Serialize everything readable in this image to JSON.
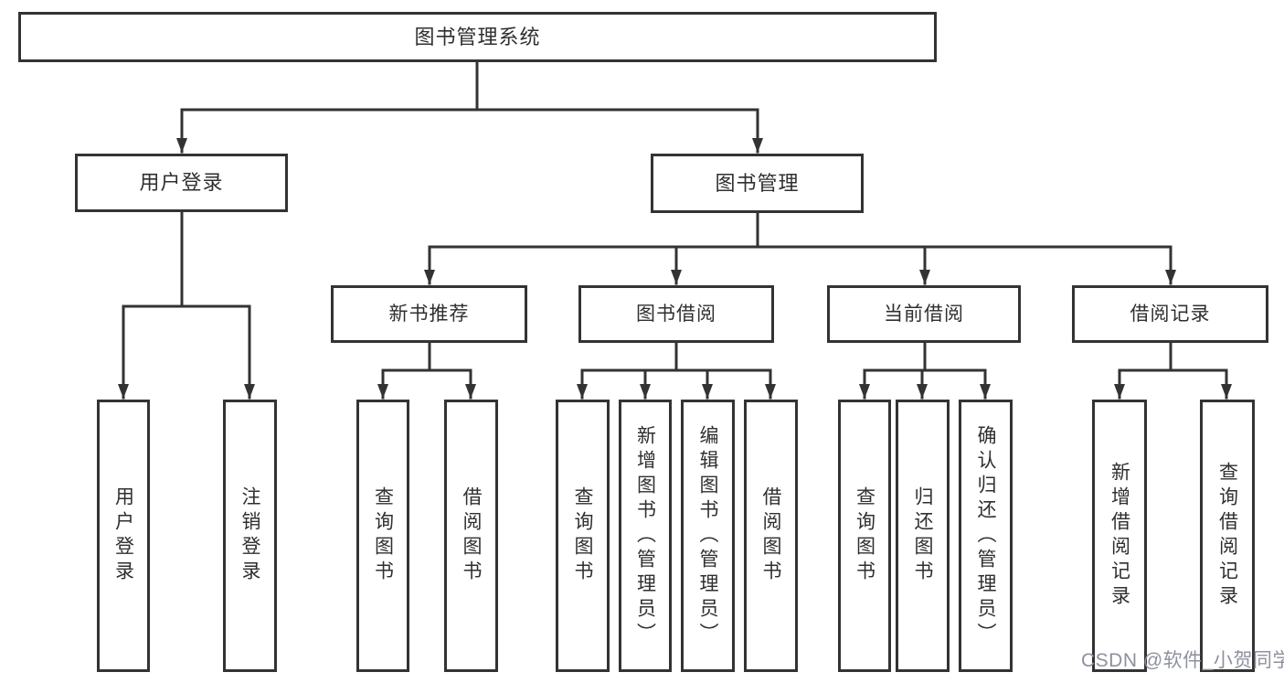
{
  "diagram": {
    "root": {
      "label": "图书管理系统"
    },
    "level1": [
      {
        "id": "user-login",
        "label": "用户登录"
      },
      {
        "id": "book-management",
        "label": "图书管理"
      }
    ],
    "level2": [
      {
        "id": "new-book-recommend",
        "label": "新书推荐"
      },
      {
        "id": "book-borrowing",
        "label": "图书借阅"
      },
      {
        "id": "current-borrowing",
        "label": "当前借阅"
      },
      {
        "id": "borrow-records",
        "label": "借阅记录"
      }
    ],
    "leaves": [
      {
        "id": "user-login-action",
        "label": "用户登录",
        "parent": "user-login"
      },
      {
        "id": "logout-action",
        "label": "注销登录",
        "parent": "user-login"
      },
      {
        "id": "query-books-recommend",
        "label": "查询图书",
        "parent": "new-book-recommend"
      },
      {
        "id": "borrow-books-recommend",
        "label": "借阅图书",
        "parent": "new-book-recommend"
      },
      {
        "id": "query-books-borrowing",
        "label": "查询图书",
        "parent": "book-borrowing"
      },
      {
        "id": "add-books-admin",
        "label": "新增图书（管理员）",
        "parent": "book-borrowing"
      },
      {
        "id": "edit-books-admin",
        "label": "编辑图书（管理员）",
        "parent": "book-borrowing"
      },
      {
        "id": "borrow-books-borrowing",
        "label": "借阅图书",
        "parent": "book-borrowing"
      },
      {
        "id": "query-books-current",
        "label": "查询图书",
        "parent": "current-borrowing"
      },
      {
        "id": "return-books",
        "label": "归还图书",
        "parent": "current-borrowing"
      },
      {
        "id": "confirm-return-admin",
        "label": "确认归还（管理员）",
        "parent": "current-borrowing"
      },
      {
        "id": "add-borrow-record",
        "label": "新增借阅记录",
        "parent": "borrow-records"
      },
      {
        "id": "query-borrow-record",
        "label": "查询借阅记录",
        "parent": "borrow-records"
      }
    ],
    "watermark": "CSDN @软件_小贺同学",
    "colors": {
      "line": "#333333",
      "box_border": "#333333",
      "box_fill": "#ffffff",
      "text": "#2f2f2f",
      "watermark": "#8e919d"
    }
  }
}
